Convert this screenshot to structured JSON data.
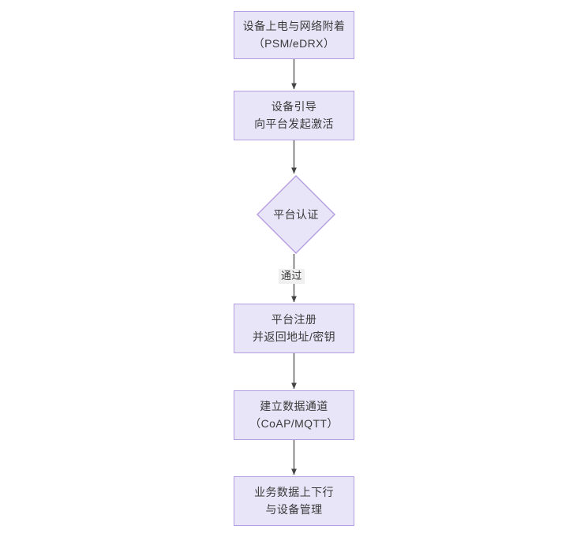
{
  "diagram": {
    "type": "flowchart",
    "orientation": "top-to-bottom",
    "title": "",
    "palette": {
      "node_fill": "#e8e5f8",
      "node_border": "#b49ee0",
      "node_text": "#3a3a3a",
      "edge_stroke": "#444444",
      "edge_label_bg": "#f0f0f0",
      "canvas_bg": "#ffffff"
    },
    "nodes": [
      {
        "id": "n1",
        "shape": "rect",
        "lines": [
          "设备上电与网络附着",
          "（PSM/eDRX）"
        ]
      },
      {
        "id": "n2",
        "shape": "rect",
        "lines": [
          "设备引导",
          "向平台发起激活"
        ]
      },
      {
        "id": "n3",
        "shape": "diamond",
        "lines": [
          "平台认证"
        ]
      },
      {
        "id": "n4",
        "shape": "rect",
        "lines": [
          "平台注册",
          "并返回地址/密钥"
        ]
      },
      {
        "id": "n5",
        "shape": "rect",
        "lines": [
          "建立数据通道",
          "（CoAP/MQTT）"
        ]
      },
      {
        "id": "n6",
        "shape": "rect",
        "lines": [
          "业务数据上下行",
          "与设备管理"
        ]
      }
    ],
    "edges": [
      {
        "from": "n1",
        "to": "n2",
        "label": ""
      },
      {
        "from": "n2",
        "to": "n3",
        "label": ""
      },
      {
        "from": "n3",
        "to": "n4",
        "label": "通过"
      },
      {
        "from": "n4",
        "to": "n5",
        "label": ""
      },
      {
        "from": "n5",
        "to": "n6",
        "label": ""
      }
    ]
  }
}
